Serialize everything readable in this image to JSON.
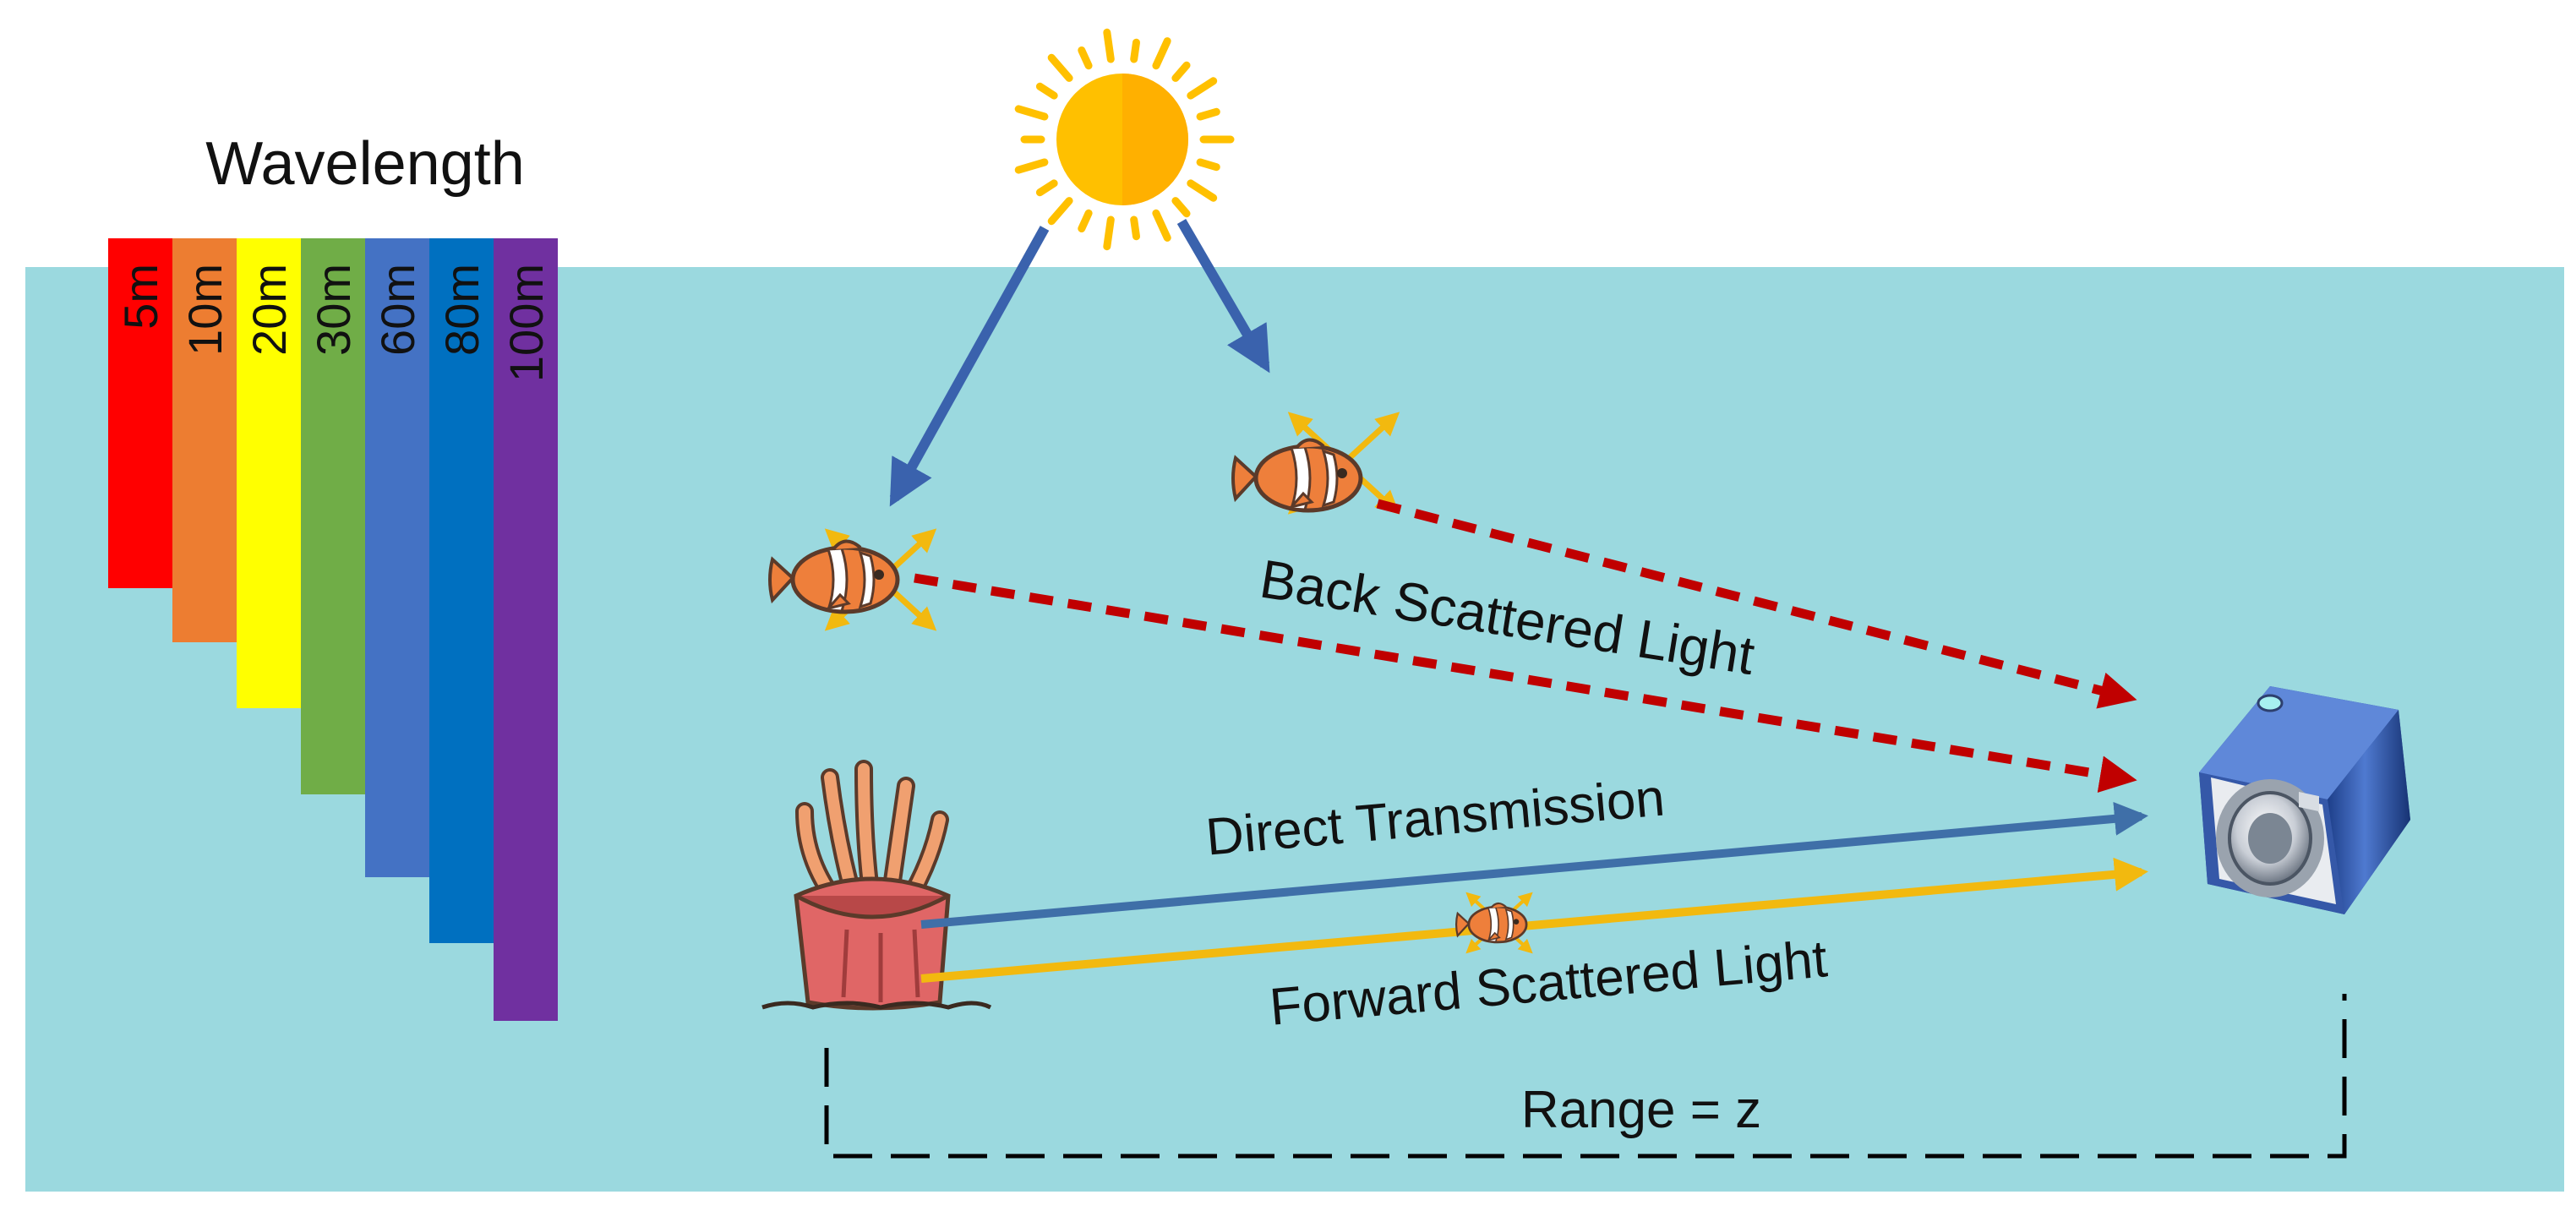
{
  "title": "Wavelength",
  "depth_bars": [
    {
      "label": "5m",
      "color": "#ff0000",
      "depth_m": 5
    },
    {
      "label": "10m",
      "color": "#ed7d31",
      "depth_m": 10
    },
    {
      "label": "20m",
      "color": "#ffff00",
      "depth_m": 20
    },
    {
      "label": "30m",
      "color": "#70ad47",
      "depth_m": 30
    },
    {
      "label": "60m",
      "color": "#4472c4",
      "depth_m": 60
    },
    {
      "label": "80m",
      "color": "#0070c0",
      "depth_m": 80
    },
    {
      "label": "100m",
      "color": "#7030a0",
      "depth_m": 100
    }
  ],
  "labels": {
    "back_scattered": "Back Scattered Light",
    "direct": "Direct Transmission",
    "forward": "Forward Scattered Light",
    "range": "Range = z"
  },
  "colors": {
    "water": "#9bd9df",
    "sun": "#ffc000",
    "sunlight_arrow": "#3a62ad",
    "back_scatter": "#c00000",
    "direct": "#3f6fa8",
    "forward": "#f2b90f",
    "range_bracket": "#000000"
  },
  "icons": [
    "sun-icon",
    "clownfish-icon",
    "sea-anemone-icon",
    "camera-icon"
  ]
}
